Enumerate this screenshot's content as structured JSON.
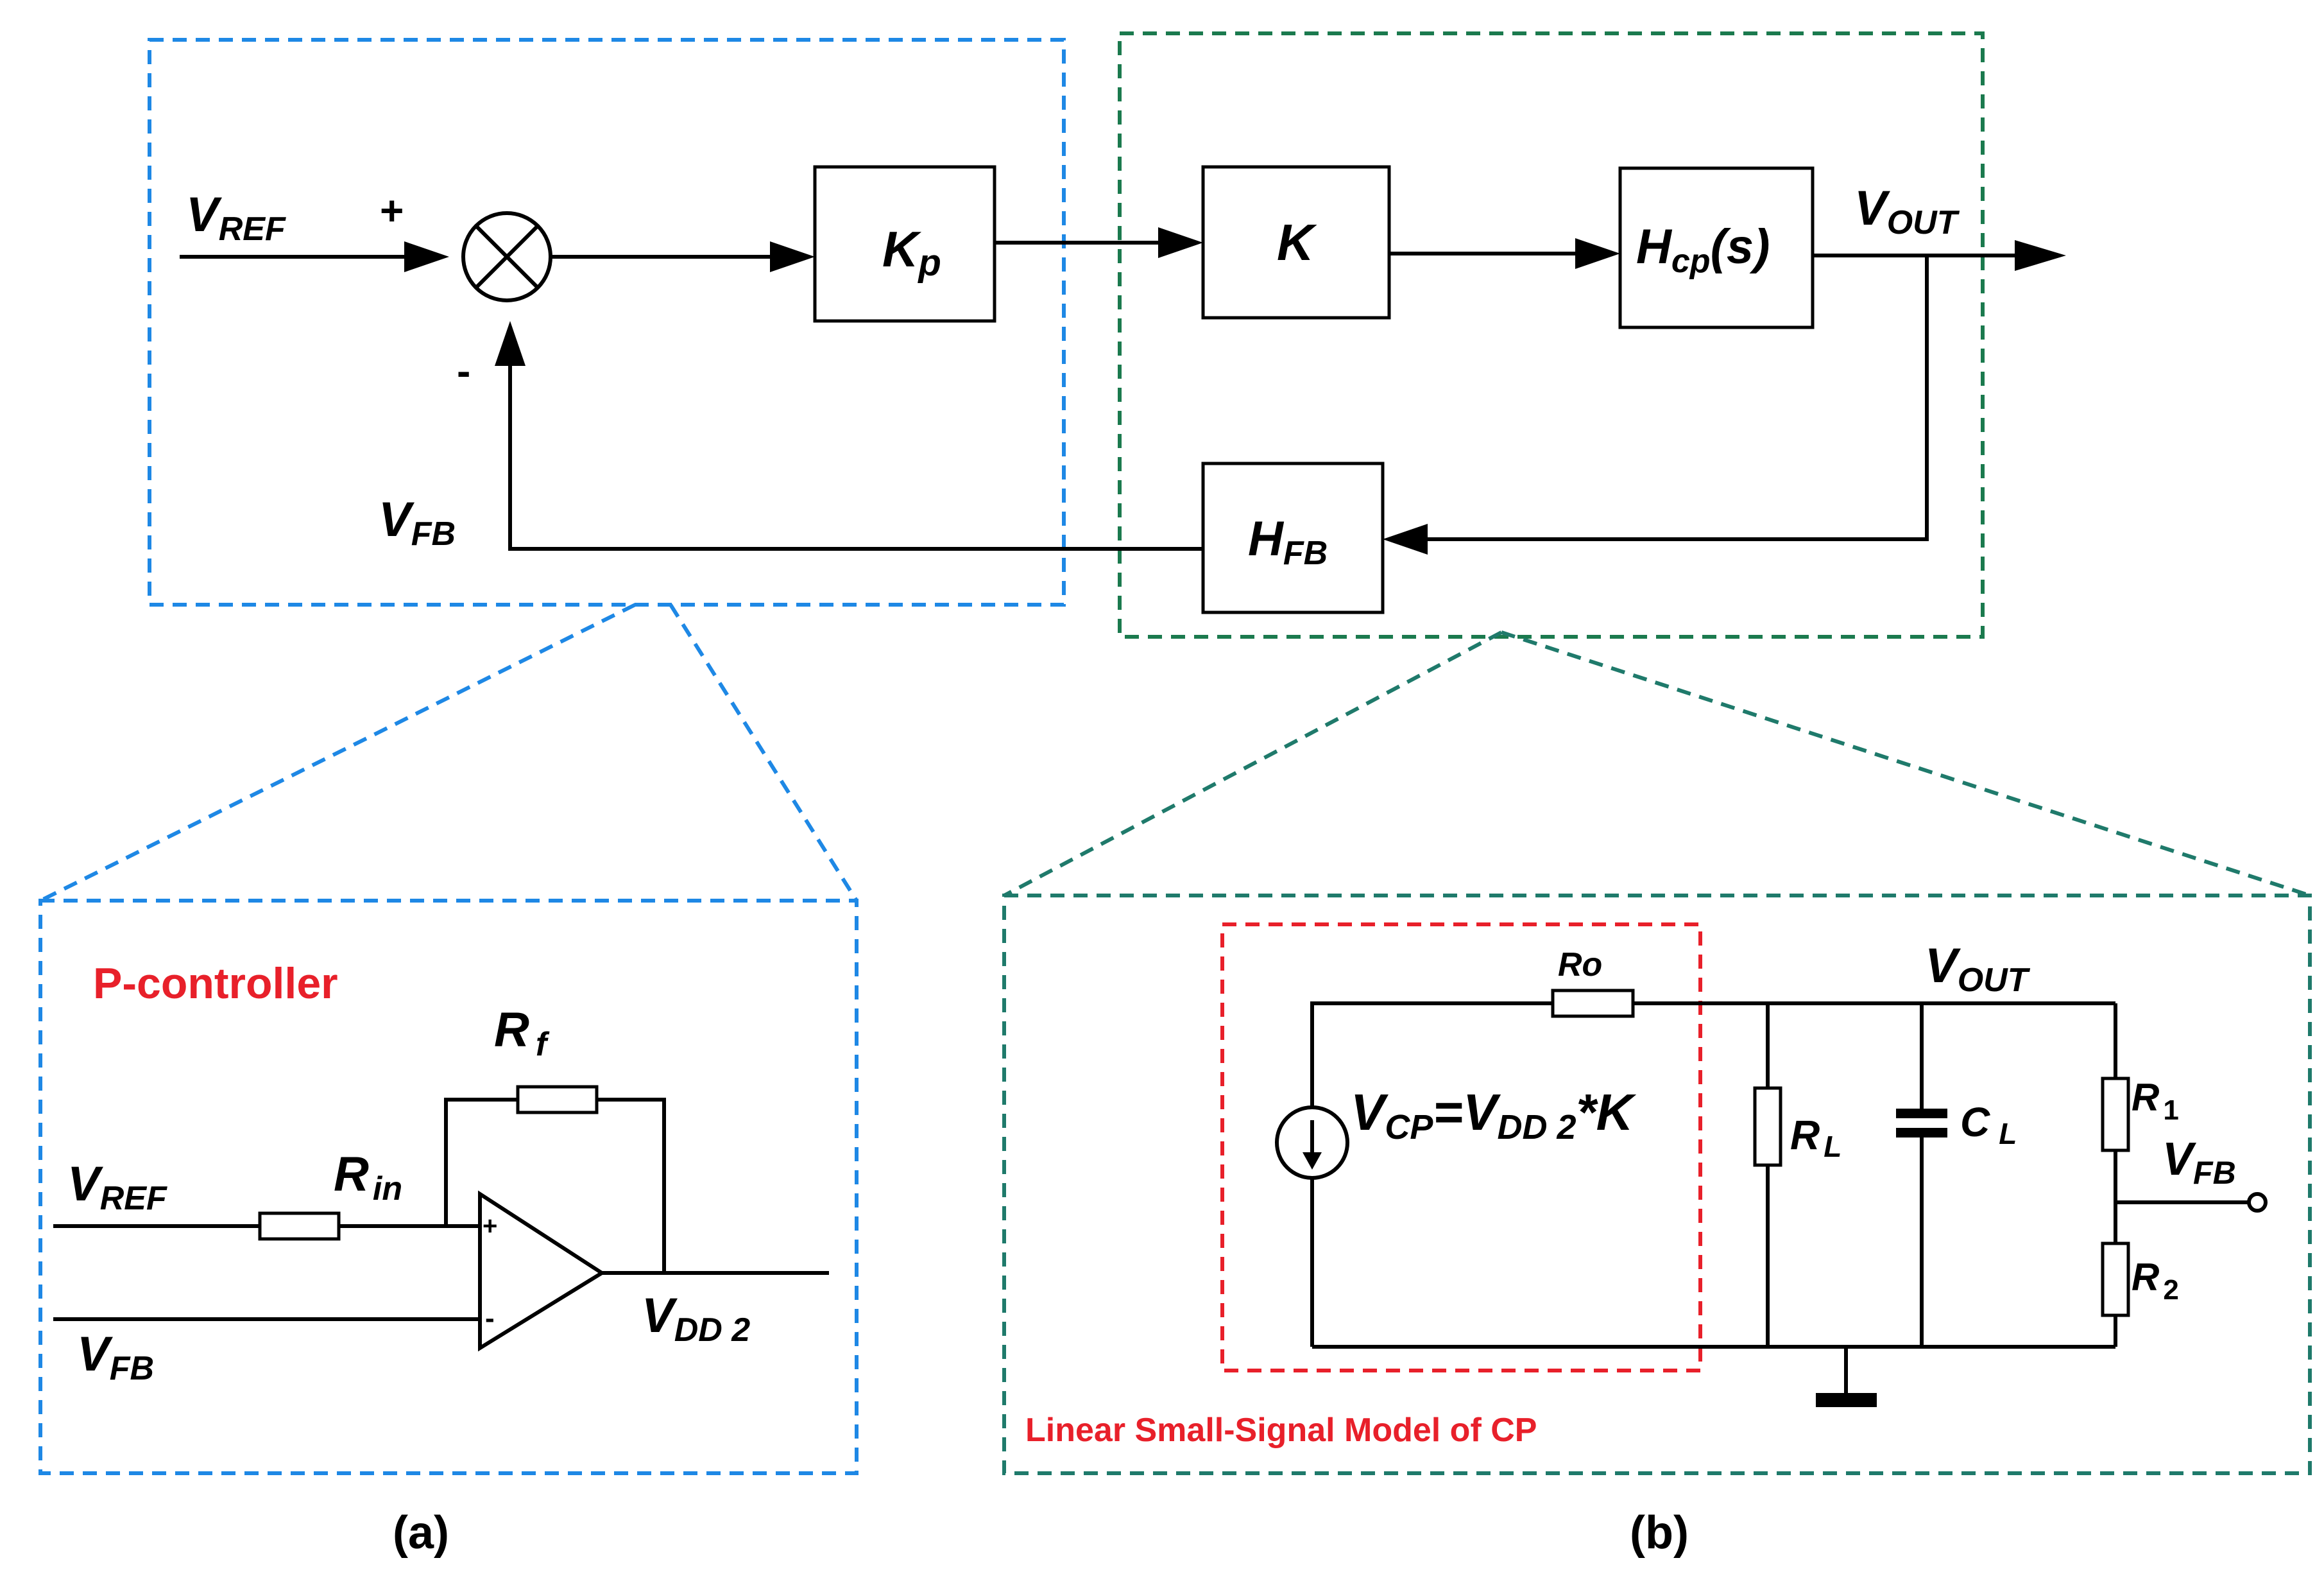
{
  "block_diagram": {
    "input": {
      "main": "V",
      "sub": "REF"
    },
    "plus_sign": "+",
    "minus_sign": "-",
    "feedback_label": {
      "main": "V",
      "sub": "FB"
    },
    "blocks": {
      "kp": {
        "main": "K",
        "sub": "p"
      },
      "k": {
        "main": "K"
      },
      "hcp": {
        "main": "H",
        "sub": "cp",
        "suffix": "(s)"
      },
      "hfb": {
        "main": "H",
        "sub": "FB"
      }
    },
    "output": {
      "main": "V",
      "sub": "OUT"
    }
  },
  "panel_a": {
    "title": "P-controller",
    "rf": {
      "main": "R",
      "sub": "f"
    },
    "rin": {
      "main": "R",
      "sub": "in"
    },
    "vref": {
      "main": "V",
      "sub": "REF"
    },
    "vfb": {
      "main": "V",
      "sub": "FB"
    },
    "vdd2": {
      "main": "V",
      "sub": "DD 2"
    },
    "plus": "+",
    "minus": "-",
    "caption": "(a)"
  },
  "panel_b": {
    "ro": "Ro",
    "vout": {
      "main": "V",
      "sub": "OUT"
    },
    "equation": {
      "v1": "V",
      "s1": "CP",
      "eq": "=",
      "v2": "V",
      "s2": "DD 2",
      "rest": "*K"
    },
    "rl": {
      "main": "R",
      "sub": "L"
    },
    "cl": {
      "main": "C",
      "sub": "L"
    },
    "r1": {
      "main": "R",
      "sub": "1"
    },
    "r2": {
      "main": "R",
      "sub": "2"
    },
    "vfb": {
      "main": "V",
      "sub": "FB"
    },
    "model_label": "Linear Small-Signal Model of CP",
    "caption": "(b)"
  },
  "colors": {
    "blue_dash": "#1e88e5",
    "green_dash": "#1b7a4e",
    "teal_dash": "#1f7a6b",
    "red": "#e8202a"
  }
}
